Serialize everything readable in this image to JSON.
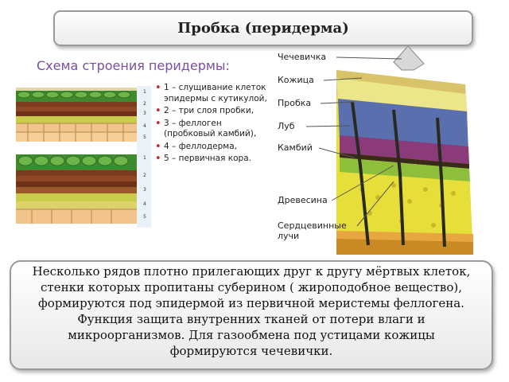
{
  "title": "Пробка (перидерма)",
  "subtitle": "Схема строения перидермы:",
  "legend": [
    "1 – слущивание клеток эпидермы с кутикулой,",
    "2 – три слоя пробки,",
    "3 – феллоген (пробковый камбий),",
    "4 – феллодерма,",
    "5 – первичная кора."
  ],
  "strip_numbers": [
    "1",
    "2",
    "3",
    "4",
    "5",
    "1",
    "2",
    "3",
    "4",
    "5"
  ],
  "diagram_labels": [
    "Чечевичка",
    "Кожица",
    "Пробка",
    "Луб",
    "Камбий",
    "Древесина",
    "Сердцевинные лучи"
  ],
  "description": "Несколько рядов плотно прилегающих друг к другу мёртвых клеток, стенки которых пропитаны суберином ( жироподобное вещество), формируются под эпидермой из первичной меристемы феллогена. Функция защита внутренних тканей от потери влаги и микроорганизмов. Для газообмена под устицами кожицы формируются чечевички.",
  "colors": {
    "epidermis_green": "#3f8a2e",
    "cork_brown": "#7a3b1e",
    "phellogen_yellow": "#c9cc4a",
    "cortex_tan": "#f0c48a",
    "bark_blue": "#5a6fae",
    "wood_yellow": "#e6df3a",
    "title_text": "#222222",
    "subtitle_purple": "#7a4ea0",
    "bullet_red": "#d11f1f"
  }
}
